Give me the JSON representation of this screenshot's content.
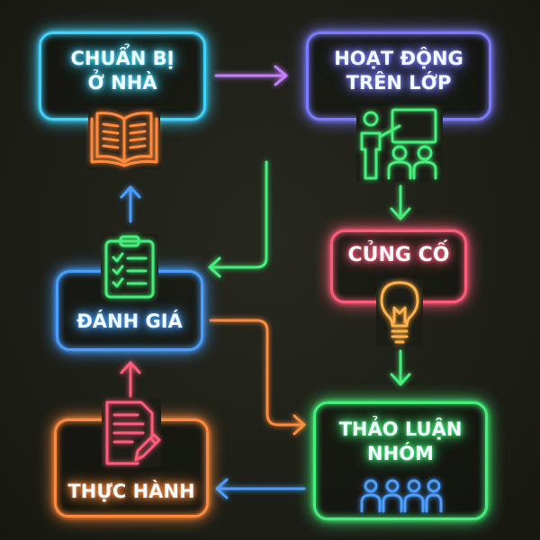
{
  "nodes": {
    "prepare": {
      "line1": "CHUẨN BỊ",
      "line2": "Ở NHÀ",
      "icon": "open-book-icon",
      "color": "#3fd4ff"
    },
    "class_activity": {
      "line1": "HOẠT ĐỘNG",
      "line2": "TRÊN LỚP",
      "icon": "teacher-board-icon",
      "color": "#7a7bff"
    },
    "consolidate": {
      "line1": "CỦNG CỐ",
      "icon": "lightbulb-icon",
      "color": "#ff5c7a"
    },
    "evaluate": {
      "line1": "ĐÁNH GIÁ",
      "icon": "clipboard-checklist-icon",
      "color": "#4a9eff"
    },
    "practice": {
      "line1": "THỰC HÀNH",
      "icon": "document-pencil-icon",
      "color": "#ff8a3d"
    },
    "group_discussion": {
      "line1": "THẢO LUẬN",
      "line2": "NHÓM",
      "icon": "group-people-icon",
      "color": "#45f07a"
    }
  },
  "arrow_colors": {
    "prepare_to_class": "#c77dff",
    "class_to_consolidate": "#45f07a",
    "consolidate_to_group": "#45f07a",
    "group_to_practice": "#4a9eff",
    "practice_to_evaluate": "#ff5c7a",
    "evaluate_to_prepare": "#4a9eff",
    "green_to_evaluate": "#45f07a",
    "evaluate_to_group": "#ff8a3d"
  }
}
